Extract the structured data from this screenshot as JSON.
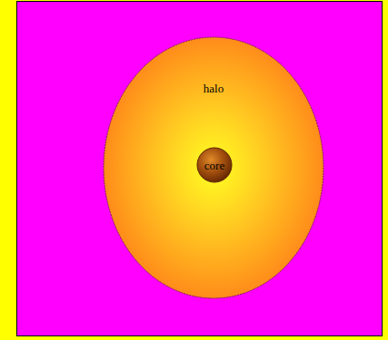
{
  "diagram": {
    "nodes": [
      {
        "text": [
          "halo"
        ]
      },
      {
        "text": [
          "core"
        ],
        "in": 0
      }
    ]
  }
}
